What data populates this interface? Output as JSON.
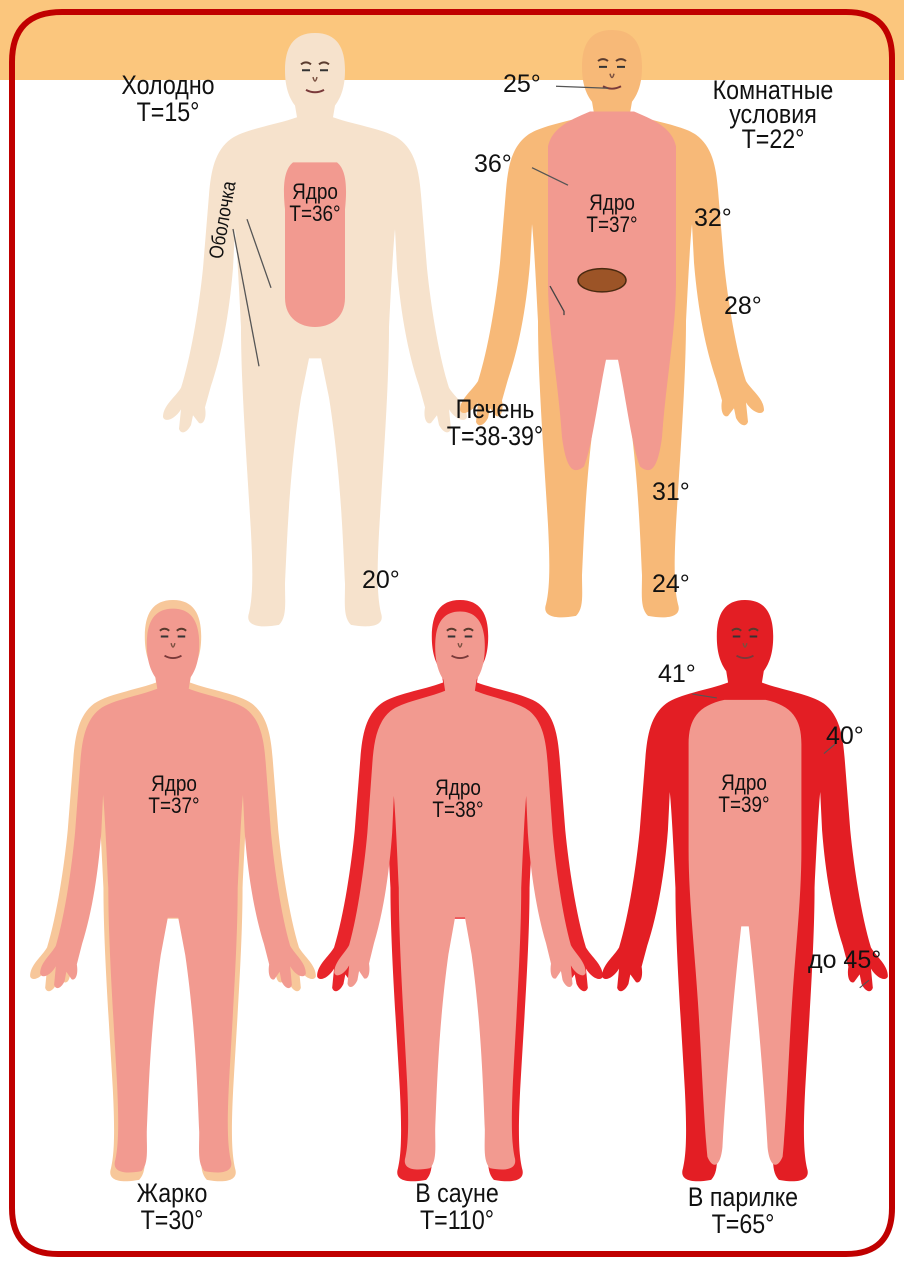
{
  "colors": {
    "frame": "#c00000",
    "background_band": "#fbc67d",
    "cold_shell": "#f6e2cc",
    "core": "#f29a90",
    "room_shell": "#f7b978",
    "liver": "#9c5427",
    "hot_shell": "#f7c79a",
    "sauna_shell": "#e8252b",
    "steam_shell": "#e31e24"
  },
  "figures": [
    {
      "id": "cold",
      "condition_lines": [
        "Холодно",
        "T=15°"
      ],
      "core_label": "Ядро",
      "core_temp": "T=36°",
      "shell_label": "Оболочка",
      "extra_temps": [
        "20°"
      ]
    },
    {
      "id": "room",
      "condition_lines": [
        "Комнатные",
        "условия",
        "T=22°"
      ],
      "core_label": "Ядро",
      "core_temp": "T=37°",
      "liver_label": "Печень",
      "liver_temp": "T=38-39°",
      "extra_temps": [
        "25°",
        "36°",
        "32°",
        "28°",
        "31°",
        "24°"
      ]
    },
    {
      "id": "hot",
      "condition_lines": [
        "Жарко",
        "T=30°"
      ],
      "core_label": "Ядро",
      "core_temp": "T=37°",
      "extra_temps": []
    },
    {
      "id": "sauna",
      "condition_lines": [
        "В сауне",
        "T=110°"
      ],
      "core_label": "Ядро",
      "core_temp": "T=38°",
      "extra_temps": []
    },
    {
      "id": "steam",
      "condition_lines": [
        "В парилке",
        "T=65°"
      ],
      "core_label": "Ядро",
      "core_temp": "T=39°",
      "extra_temps": [
        "41°",
        "40°",
        "до 45°"
      ]
    }
  ]
}
